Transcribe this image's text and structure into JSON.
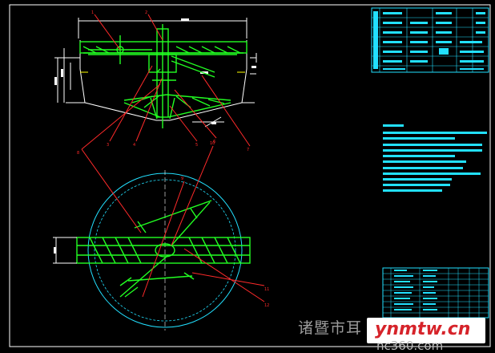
{
  "drawing": {
    "line_color": "#ffffff",
    "annotation_color": "#ff2a2a",
    "structure_color": "#22ff22",
    "detail_color": "#22e0ff",
    "accent_color": "#ffff00",
    "balloon_labels": [
      "1",
      "2",
      "3",
      "4",
      "5",
      "6",
      "7",
      "8",
      "9",
      "10",
      "11",
      "12"
    ]
  },
  "watermark": {
    "site_cn": "诸暨市耳",
    "site_en": "ynmtw.cn",
    "site_en_color": "#d6232a",
    "sub_text": "nc360.com"
  }
}
